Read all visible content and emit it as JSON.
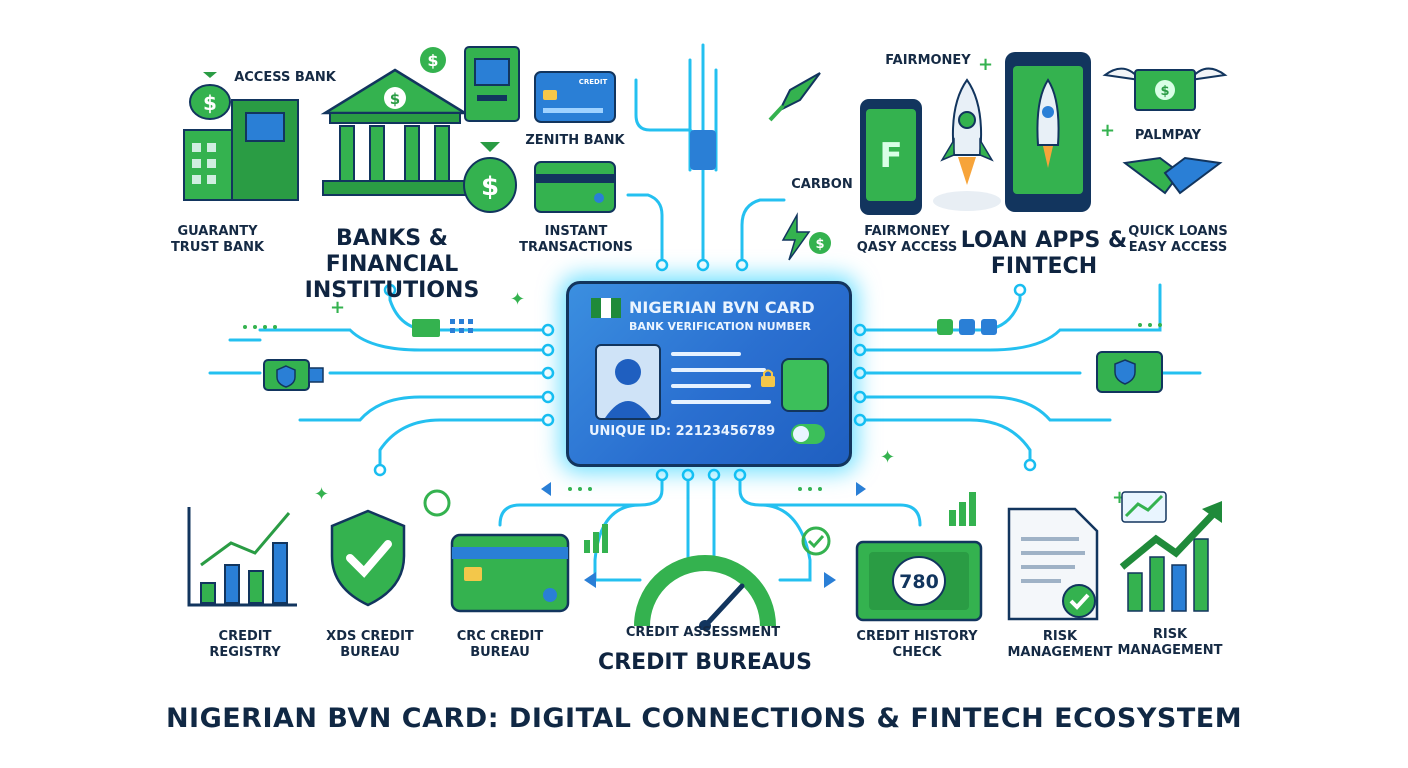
{
  "colors": {
    "green": "#34b24f",
    "dark_green": "#1f8a3a",
    "blue": "#2a7fd6",
    "cyan": "#18c4f0",
    "navy": "#12355e"
  },
  "title": "NIGERIAN BVN CARD: DIGITAL CONNECTIONS & FINTECH ECOSYSTEM",
  "card": {
    "title": "NIGERIAN BVN CARD",
    "subtitle": "BANK VERIFICATION NUMBER",
    "unique_id": "UNIQUE ID: 22123456789"
  },
  "banks": {
    "heading": "BANKS & FINANCIAL INSTITUTIONS",
    "access_bank": "ACCESS BANK",
    "guaranty": "GUARANTY TRUST BANK",
    "zenith": "ZENITH BANK",
    "instant": "INSTANT TRANSACTIONS",
    "credit_card_text": "CREDIT"
  },
  "loans": {
    "heading": "LOAN APPS & FINTECH",
    "fairmoney": "FAIRMONEY",
    "carbon": "CARBON",
    "fairmoney_access": "FAIRMONEY QASY ACCESS",
    "palmpay": "PALMPAY",
    "quick_loans": "QUICK LOANS EASY ACCESS"
  },
  "bureaus": {
    "credit_registry": "CREDIT REGISTRY",
    "xds": "XDS CREDIT BUREAU",
    "crc": "CRC CREDIT BUREAU",
    "assessment": "CREDIT ASSESSMENT",
    "heading": "CREDIT BUREAUS",
    "history": "CREDIT HISTORY CHECK",
    "risk1": "RISK MANAGEMENT",
    "risk2": "RISK MANAGEMENT",
    "score": "780"
  },
  "icons": [
    "money-bag-icon",
    "bank-building-icon",
    "atm-icon",
    "credit-card-icon",
    "rocket-icon",
    "phone-icon",
    "flying-money-icon",
    "handshake-icon",
    "shield-check-icon",
    "bar-chart-icon",
    "gauge-icon",
    "document-check-icon",
    "growth-chart-icon",
    "lock-icon",
    "chip-icon",
    "person-icon"
  ]
}
